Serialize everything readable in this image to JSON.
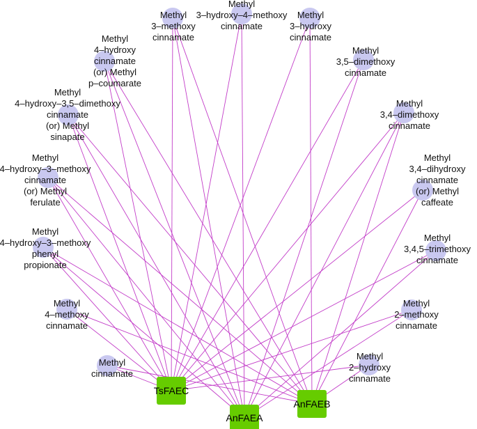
{
  "colors": {
    "edge": "#c23cc8",
    "substrate_node": "#c9c8f0",
    "enzyme_node": "#66cc00",
    "text": "#111111"
  },
  "enzymes": [
    {
      "id": "tsfaec",
      "label": "TsFAEC"
    },
    {
      "id": "anfaea",
      "label": "AnFAEA"
    },
    {
      "id": "anfaeb",
      "label": "AnFAEB"
    }
  ],
  "substrates": [
    {
      "id": "m3mc",
      "lines": [
        "Methyl",
        "3–methoxy",
        "cinnamate"
      ]
    },
    {
      "id": "m3h4mc",
      "lines": [
        "Methyl",
        "3–hydroxy–4–methoxy",
        "cinnamate"
      ]
    },
    {
      "id": "m3hc",
      "lines": [
        "Methyl",
        "3–hydroxy",
        "cinnamate"
      ]
    },
    {
      "id": "m4hc",
      "lines": [
        "Methyl",
        "4–hydroxy",
        "cinnamate",
        "(or) Methyl",
        "p–coumarate"
      ]
    },
    {
      "id": "m35dmc",
      "lines": [
        "Methyl",
        "3,5–dimethoxy",
        "cinnamate"
      ]
    },
    {
      "id": "m4h35dmc",
      "lines": [
        "Methyl",
        "4–hydroxy–3,5–dimethoxy",
        "cinnamate",
        "(or) Methyl",
        "sinapate"
      ]
    },
    {
      "id": "m34dmc",
      "lines": [
        "Methyl",
        "3,4–dimethoxy",
        "cinnamate"
      ]
    },
    {
      "id": "m4h3mc",
      "lines": [
        "Methyl",
        "4–hydroxy–3–methoxy",
        "cinnamate",
        "(or) Methyl",
        "ferulate"
      ]
    },
    {
      "id": "m34dhc",
      "lines": [
        "Methyl",
        "3,4–dihydroxy",
        "cinnamate",
        "(or) Methyl",
        "caffeate"
      ]
    },
    {
      "id": "m4h3mpp",
      "lines": [
        "Methyl",
        "4–hydroxy–3–methoxy",
        "phenyl",
        "propionate"
      ]
    },
    {
      "id": "m345tmc",
      "lines": [
        "Methyl",
        "3,4,5–trimethoxy",
        "cinnamate"
      ]
    },
    {
      "id": "m4mc",
      "lines": [
        "Methyl",
        "4–methoxy",
        "cinnamate"
      ]
    },
    {
      "id": "m2mc",
      "lines": [
        "Methyl",
        "2–methoxy",
        "cinnamate"
      ]
    },
    {
      "id": "mc",
      "lines": [
        "Methyl",
        "cinnamate"
      ]
    },
    {
      "id": "m2hc",
      "lines": [
        "Methyl",
        "2–hydroxy",
        "cinnamate"
      ]
    }
  ],
  "edges": [
    [
      "m3mc",
      "tsfaec"
    ],
    [
      "m3mc",
      "anfaea"
    ],
    [
      "m3mc",
      "anfaeb"
    ],
    [
      "m3h4mc",
      "tsfaec"
    ],
    [
      "m3h4mc",
      "anfaea"
    ],
    [
      "m3hc",
      "tsfaec"
    ],
    [
      "m3hc",
      "anfaeb"
    ],
    [
      "m4hc",
      "tsfaec"
    ],
    [
      "m4hc",
      "anfaea"
    ],
    [
      "m4hc",
      "anfaeb"
    ],
    [
      "m35dmc",
      "tsfaec"
    ],
    [
      "m35dmc",
      "anfaea"
    ],
    [
      "m4h35dmc",
      "tsfaec"
    ],
    [
      "m4h35dmc",
      "anfaea"
    ],
    [
      "m4h35dmc",
      "anfaeb"
    ],
    [
      "m34dmc",
      "tsfaec"
    ],
    [
      "m34dmc",
      "anfaea"
    ],
    [
      "m34dmc",
      "anfaeb"
    ],
    [
      "m4h3mc",
      "tsfaec"
    ],
    [
      "m4h3mc",
      "anfaea"
    ],
    [
      "m4h3mc",
      "anfaeb"
    ],
    [
      "m34dhc",
      "tsfaec"
    ],
    [
      "m34dhc",
      "anfaeb"
    ],
    [
      "m4h3mpp",
      "tsfaec"
    ],
    [
      "m4h3mpp",
      "anfaea"
    ],
    [
      "m4h3mpp",
      "anfaeb"
    ],
    [
      "m345tmc",
      "tsfaec"
    ],
    [
      "m345tmc",
      "anfaea"
    ],
    [
      "m4mc",
      "tsfaec"
    ],
    [
      "m4mc",
      "anfaeb"
    ],
    [
      "m2mc",
      "tsfaec"
    ],
    [
      "m2mc",
      "anfaea"
    ],
    [
      "mc",
      "tsfaec"
    ],
    [
      "mc",
      "anfaeb"
    ],
    [
      "m2hc",
      "tsfaec"
    ],
    [
      "m2hc",
      "anfaeb"
    ]
  ]
}
